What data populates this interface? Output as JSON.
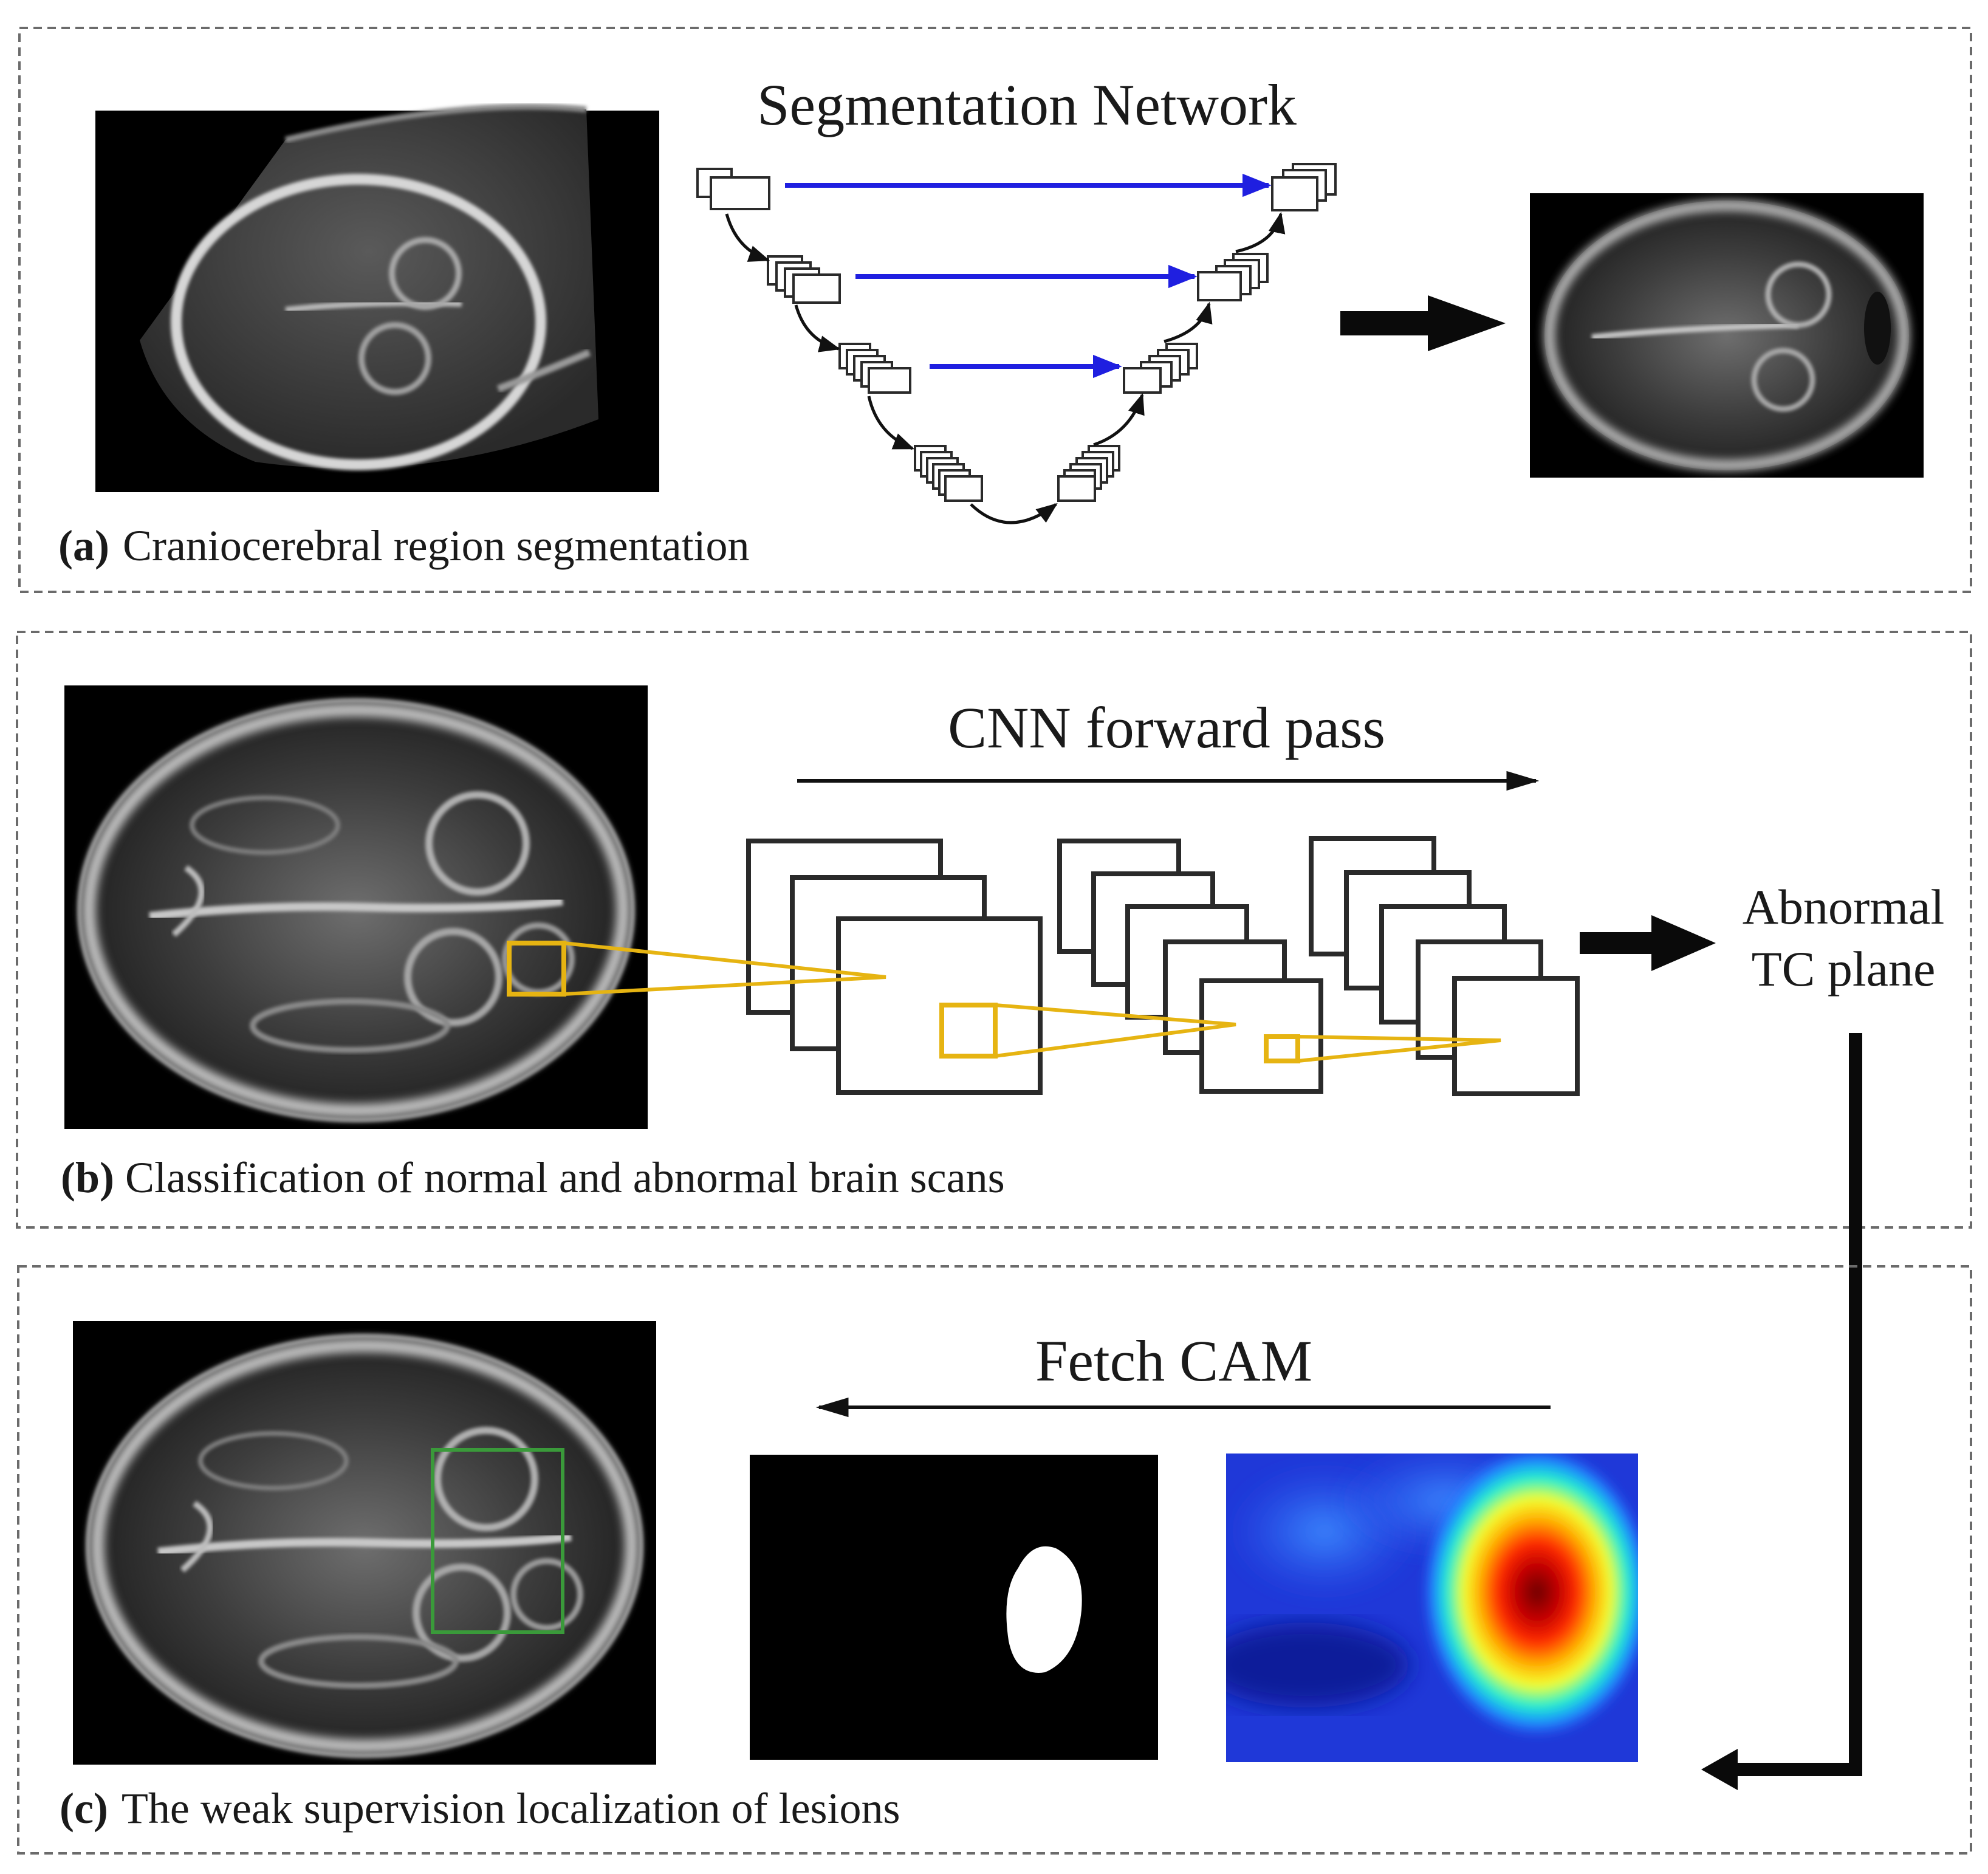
{
  "panels": {
    "a": {
      "letter": "(a)",
      "caption": "Craniocerebral region segmentation",
      "network_title": "Segmentation Network"
    },
    "b": {
      "letter": "(b)",
      "caption": "Classification of normal and abnormal brain scans",
      "pass_title": "CNN forward pass",
      "result_line1": "Abnormal",
      "result_line2": "TC plane"
    },
    "c": {
      "letter": "(c)",
      "caption": "The weak supervision localization of lesions",
      "fetch_title": "Fetch CAM"
    }
  },
  "colors": {
    "skip_connection": "#1f1fe0",
    "receptive_field": "#e6b412",
    "lesion_box": "#3a9a3a",
    "frame": "#6b6b6b",
    "arrow": "#111111"
  },
  "icons": {
    "process_arrow": "right-arrow-icon",
    "return_arrow": "left-arrow-icon"
  }
}
